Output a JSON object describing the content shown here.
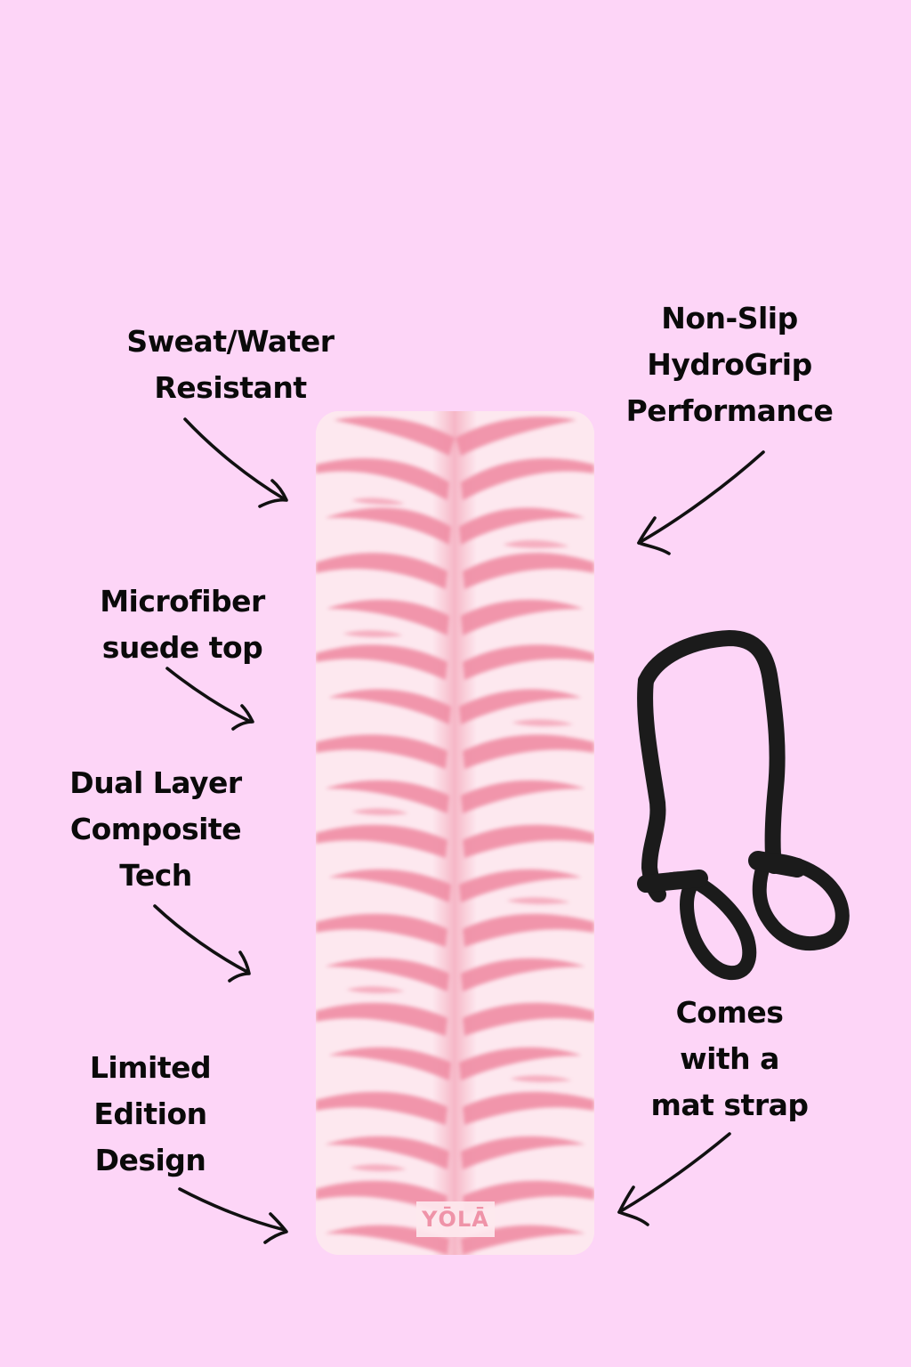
{
  "colors": {
    "background": "#FDD5F7",
    "text": "#0A0A0A",
    "mat_base": "#FDE8EF",
    "mat_stripe": "#F08FA6",
    "strap": "#1B1B1B"
  },
  "features": {
    "sweat_water": {
      "lines": [
        "Sweat/Water",
        "Resistant"
      ]
    },
    "non_slip": {
      "lines": [
        "Non-Slip",
        "HydroGrip",
        "Performance"
      ]
    },
    "microfiber": {
      "lines": [
        "Microfiber",
        "suede top"
      ]
    },
    "dual_layer": {
      "lines": [
        "Dual Layer",
        "Composite",
        "Tech"
      ]
    },
    "limited_edition": {
      "lines": [
        "Limited",
        "Edition",
        "Design"
      ]
    },
    "mat_strap": {
      "lines": [
        "Comes",
        "with a",
        "mat strap"
      ]
    }
  },
  "product": {
    "name": "tiger-print-yoga-mat",
    "logo_text": "YŌLĀ",
    "accessory": "mat-strap"
  },
  "icons": {
    "arrows": [
      "arrow-down-right",
      "arrow-down-left",
      "arrow-down-right",
      "arrow-down-right",
      "arrow-right",
      "arrow-down-left"
    ]
  }
}
